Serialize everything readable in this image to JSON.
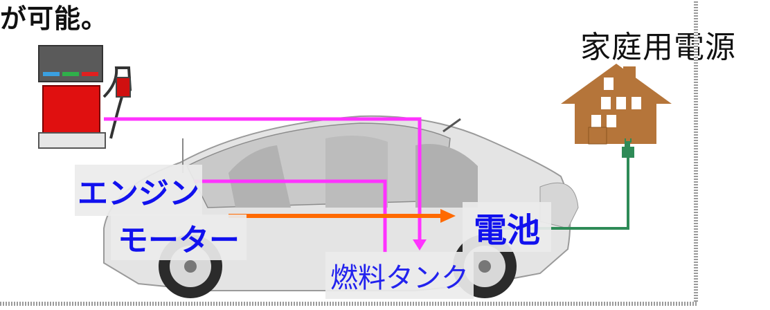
{
  "header": {
    "text": "が可能。"
  },
  "house": {
    "label": "家庭用電源",
    "color": "#b5753a"
  },
  "labels": {
    "engine": "エンジン",
    "motor": "モーター",
    "battery": "電池",
    "fuel_tank": "燃料タンク"
  },
  "colors": {
    "fuel_line": "#ff33ff",
    "power_flow": "#ff6a00",
    "grid_line": "#2e8b57",
    "label_text": "#1111ee"
  }
}
